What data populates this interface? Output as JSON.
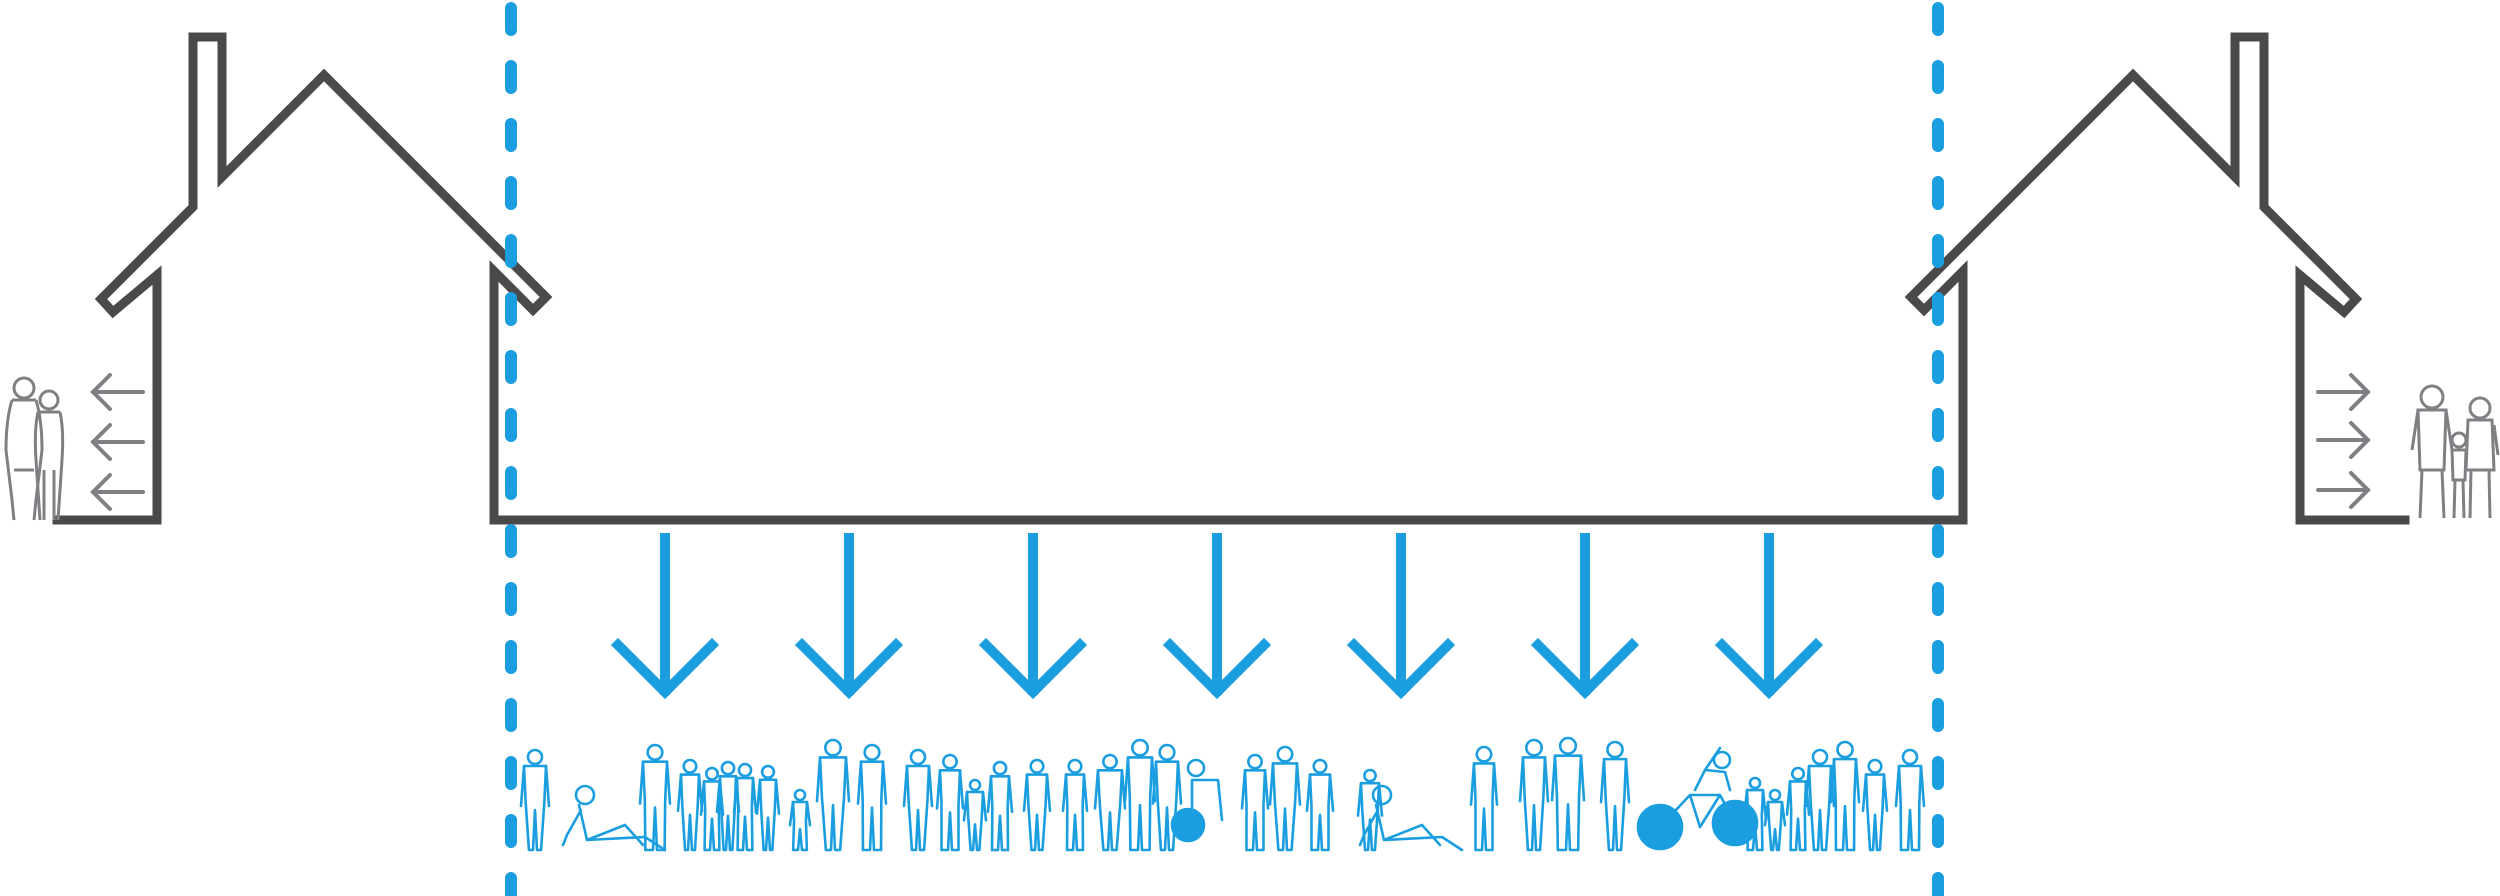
{
  "diagram": {
    "colors": {
      "building": "#4a4a4b",
      "accent": "#1a9ee0",
      "people_outline": "#7f8083",
      "background": "#ffffff"
    },
    "elements": {
      "left_house": "house-outline",
      "right_house": "house-outline",
      "central_hall": "flat-roof-outline",
      "boundary_lines": "dashed-vertical-lines",
      "down_arrows": 7,
      "left_side_arrows": 3,
      "right_side_arrows": 3,
      "crowd": "people-silhouettes"
    }
  }
}
